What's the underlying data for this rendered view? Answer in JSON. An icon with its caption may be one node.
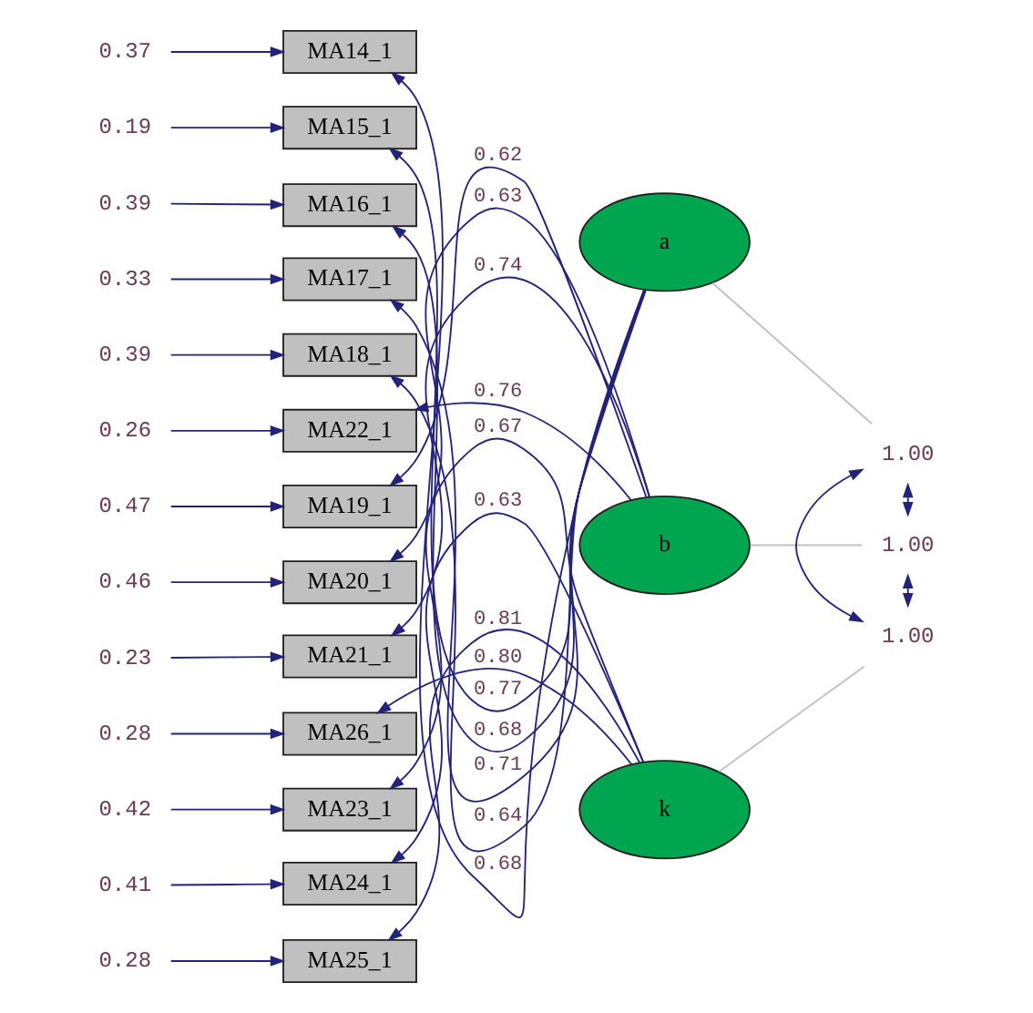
{
  "diagram": {
    "nodes": [
      {
        "text": [
          "MA14_1"
        ]
      },
      {
        "text": [
          "MA15_1"
        ]
      },
      {
        "text": [
          "MA16_1"
        ]
      },
      {
        "text": [
          "MA17_1"
        ]
      },
      {
        "text": [
          "MA18_1"
        ]
      },
      {
        "text": [
          "MA19_1"
        ]
      },
      {
        "text": [
          "MA20_1"
        ]
      },
      {
        "text": [
          "MA21_1"
        ]
      },
      {
        "text": [
          "MA22_1"
        ]
      },
      {
        "text": [
          "MA23_1"
        ]
      },
      {
        "text": [
          "MA24_1"
        ]
      },
      {
        "text": [
          "MA25_1"
        ]
      },
      {
        "text": [
          "MA26_1"
        ]
      },
      {
        "text": [
          "0.37"
        ]
      },
      {
        "text": [
          "0.19"
        ]
      },
      {
        "text": [
          "0.39"
        ]
      },
      {
        "text": [
          "0.33"
        ]
      },
      {
        "text": [
          "0.39"
        ]
      },
      {
        "text": [
          "0.47"
        ]
      },
      {
        "text": [
          "0.46"
        ]
      },
      {
        "text": [
          "0.23"
        ]
      },
      {
        "text": [
          "0.26"
        ]
      },
      {
        "text": [
          "0.42"
        ]
      },
      {
        "text": [
          "0.41"
        ]
      },
      {
        "text": [
          "0.28"
        ]
      },
      {
        "text": [
          "0.28"
        ]
      },
      {
        "text": [
          "a"
        ]
      },
      {
        "text": [
          "b"
        ]
      },
      {
        "text": [
          "k"
        ]
      },
      {
        "text": [
          "1.00"
        ]
      },
      {
        "text": [
          "1.00"
        ]
      },
      {
        "text": [
          "1.00"
        ]
      }
    ],
    "edges": [
      {
        "from": 13,
        "to": 0,
        "arrow": "to"
      },
      {
        "from": 14,
        "to": 1,
        "arrow": "to"
      },
      {
        "from": 15,
        "to": 2,
        "arrow": "to"
      },
      {
        "from": 16,
        "to": 3,
        "arrow": "to"
      },
      {
        "from": 17,
        "to": 4,
        "arrow": "to"
      },
      {
        "from": 18,
        "to": 5,
        "arrow": "to"
      },
      {
        "from": 19,
        "to": 6,
        "arrow": "to"
      },
      {
        "from": 20,
        "to": 7,
        "arrow": "to"
      },
      {
        "from": 21,
        "to": 8,
        "arrow": "to"
      },
      {
        "from": 22,
        "to": 9,
        "arrow": "to"
      },
      {
        "from": 23,
        "to": 10,
        "arrow": "to"
      },
      {
        "from": 24,
        "to": 11,
        "arrow": "to"
      },
      {
        "from": 25,
        "to": 12,
        "arrow": "to"
      },
      {
        "from": 26,
        "to": 0,
        "arrow": "to",
        "label": "0.68"
      },
      {
        "from": 26,
        "to": 1,
        "arrow": "to",
        "label": "0.77"
      },
      {
        "from": 26,
        "to": 2,
        "arrow": "to",
        "label": "0.68"
      },
      {
        "from": 26,
        "to": 3,
        "arrow": "to",
        "label": "0.71"
      },
      {
        "from": 26,
        "to": 4,
        "arrow": "to",
        "label": "0.64"
      },
      {
        "from": 27,
        "to": 5,
        "arrow": "to",
        "label": "0.62"
      },
      {
        "from": 27,
        "to": 6,
        "arrow": "to",
        "label": "0.63"
      },
      {
        "from": 27,
        "to": 7,
        "arrow": "to",
        "label": "0.74"
      },
      {
        "from": 27,
        "to": 8,
        "arrow": "to",
        "label": "0.76"
      },
      {
        "from": 28,
        "to": 9,
        "arrow": "to",
        "label": "0.67"
      },
      {
        "from": 28,
        "to": 10,
        "arrow": "to",
        "label": "0.63"
      },
      {
        "from": 28,
        "to": 11,
        "arrow": "to",
        "label": "0.81"
      },
      {
        "from": 28,
        "to": 12,
        "arrow": "to",
        "label": "0.80"
      },
      {
        "from": 26,
        "to": 29,
        "arrow": "none",
        "color": "#c0c0c0"
      },
      {
        "from": 27,
        "to": 30,
        "arrow": "none",
        "color": "#c0c0c0"
      },
      {
        "from": 28,
        "to": 31,
        "arrow": "none",
        "color": "#c0c0c0"
      },
      {
        "from": 29,
        "to": 30,
        "arrow": "both"
      },
      {
        "from": 30,
        "to": 31,
        "arrow": "both"
      },
      {
        "from": 29,
        "to": 31,
        "arrow": "both"
      }
    ]
  }
}
